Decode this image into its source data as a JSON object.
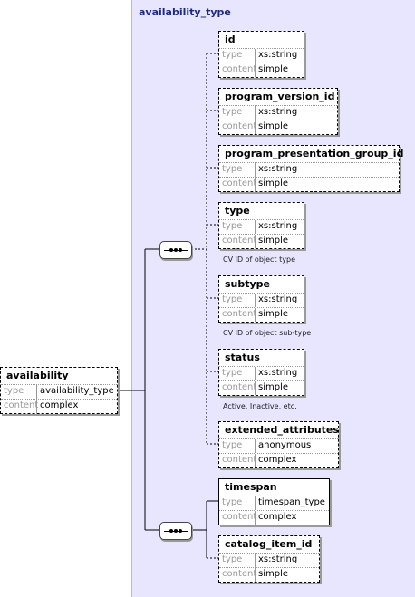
{
  "diagram": {
    "complex_type_name": "availability_type",
    "key_labels": {
      "type": "type",
      "content": "content"
    },
    "root": {
      "name": "availability",
      "type": "availability_type",
      "content": "complex"
    },
    "choice_children": [
      {
        "name": "id",
        "type": "xs:string",
        "content": "simple",
        "note": ""
      },
      {
        "name": "program_version_id",
        "type": "xs:string",
        "content": "simple",
        "note": ""
      },
      {
        "name": "program_presentation_group_id",
        "type": "xs:string",
        "content": "simple",
        "note": ""
      },
      {
        "name": "type",
        "type": "xs:string",
        "content": "simple",
        "note": "CV ID of object type"
      },
      {
        "name": "subtype",
        "type": "xs:string",
        "content": "simple",
        "note": "CV ID of object sub-type"
      },
      {
        "name": "status",
        "type": "xs:string",
        "content": "simple",
        "note": "Active, Inactive, etc."
      },
      {
        "name": "extended_attributes",
        "type": "anonymous",
        "content": "complex",
        "note": ""
      }
    ],
    "sequence_children": [
      {
        "name": "timespan",
        "type": "timespan_type",
        "content": "complex"
      },
      {
        "name": "catalog_item_id",
        "type": "xs:string",
        "content": "simple"
      }
    ]
  }
}
